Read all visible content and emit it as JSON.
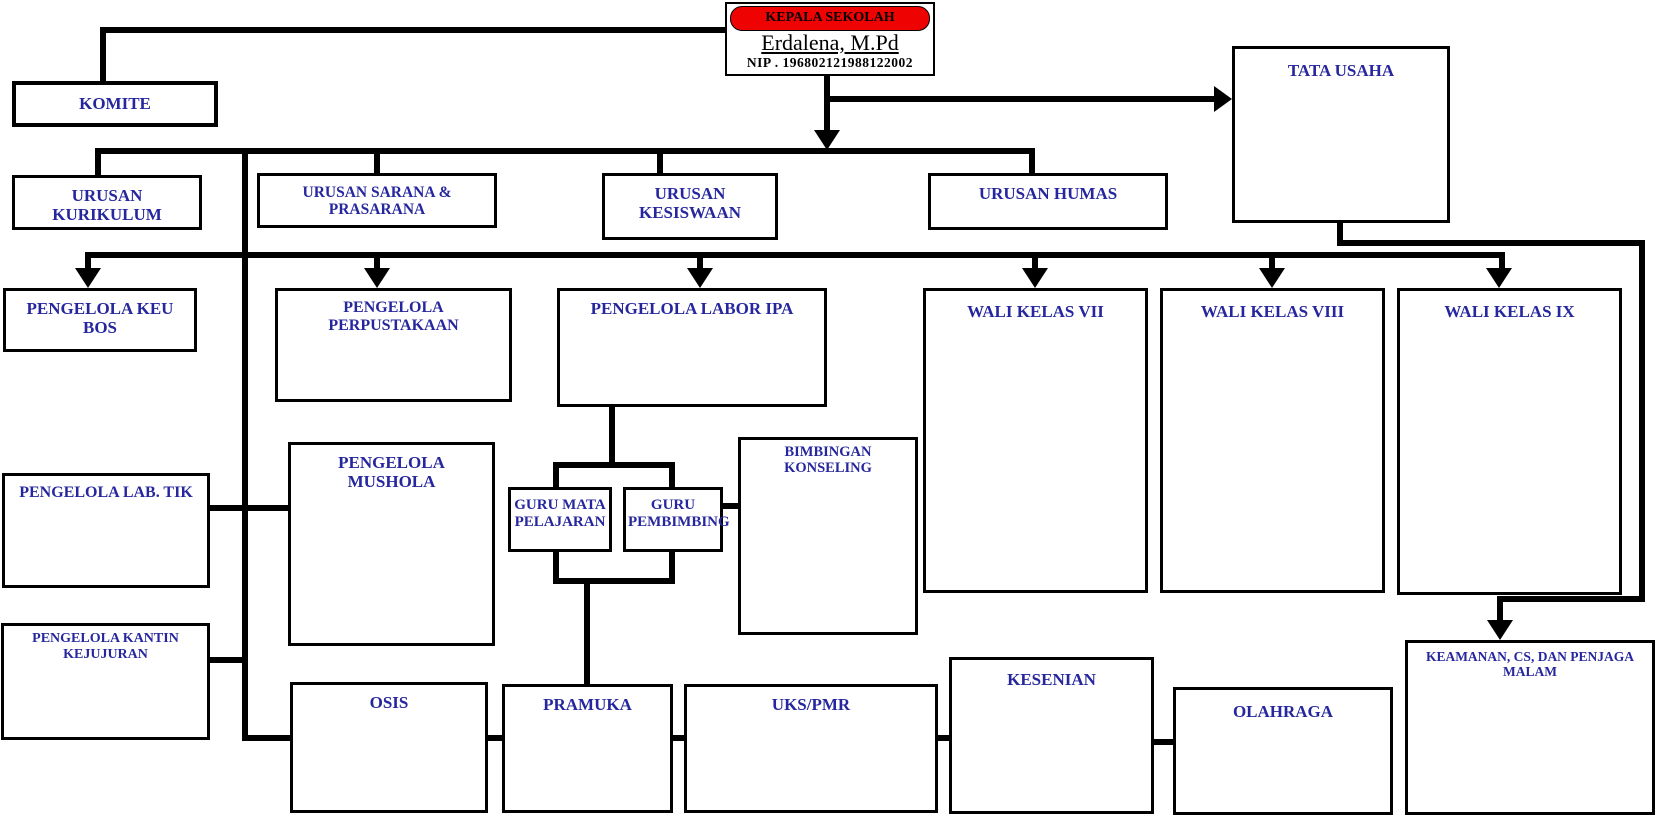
{
  "kepala": {
    "title": "KEPALA SEKOLAH",
    "name": "Erdalena, M.Pd",
    "nip": "NIP . 196802121988122002"
  },
  "nodes": {
    "komite": "KOMITE",
    "tata_usaha": "TATA USAHA",
    "urusan_kurikulum": "URUSAN KURIKULUM",
    "urusan_sarana": "URUSAN SARANA & PRASARANA",
    "urusan_kesiswaan": "URUSAN KESISWAAN",
    "urusan_humas": "URUSAN HUMAS",
    "keu_bos": "PENGELOLA KEU BOS",
    "perpustakaan": "PENGELOLA PERPUSTAKAAN",
    "labor_ipa": "PENGELOLA LABOR IPA",
    "wali_vii": "WALI KELAS VII",
    "wali_viii": "WALI KELAS VIII",
    "wali_ix": "WALI KELAS IX",
    "mushola": "PENGELOLA MUSHOLA",
    "lab_tik": "PENGELOLA LAB. TIK",
    "bimbingan_konseling": "BIMBINGAN KONSELING",
    "guru_mapel": "GURU MATA PELAJARAN",
    "guru_pembimbing": "GURU PEMBIMBING",
    "kantin": "PENGELOLA KANTIN KEJUJURAN",
    "osis": "OSIS",
    "pramuka": "PRAMUKA",
    "uks_pmr": "UKS/PMR",
    "kesenian": "KESENIAN",
    "olahraga": "OLAHRAGA",
    "keamanan": "KEAMANAN, CS, DAN PENJAGA MALAM"
  },
  "colors": {
    "label_blue": "#26269e",
    "header_red": "#ee0202",
    "line_black": "#000000",
    "background": "#ffffff"
  }
}
